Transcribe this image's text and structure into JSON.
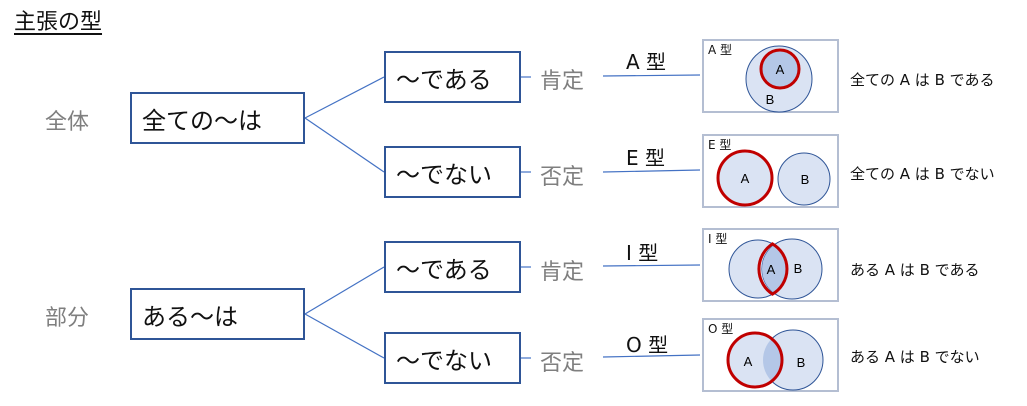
{
  "title": "主張の型",
  "categories": [
    {
      "label": "全体",
      "subject": "全ての〜は",
      "branches": [
        {
          "predicate": "〜である",
          "quality": "肯定",
          "type_label": "A 型",
          "panel_label": "A 型",
          "circle_a": "A",
          "circle_b": "B",
          "statement": "全ての A は B である"
        },
        {
          "predicate": "〜でない",
          "quality": "否定",
          "type_label": "E 型",
          "panel_label": "E 型",
          "circle_a": "A",
          "circle_b": "B",
          "statement": "全ての A は B でない"
        }
      ]
    },
    {
      "label": "部分",
      "subject": "ある〜は",
      "branches": [
        {
          "predicate": "〜である",
          "quality": "肯定",
          "type_label": "I 型",
          "panel_label": "I 型",
          "circle_a": "A",
          "circle_b": "B",
          "statement": "ある A は B である"
        },
        {
          "predicate": "〜でない",
          "quality": "否定",
          "type_label": "O 型",
          "panel_label": "O 型",
          "circle_a": "A",
          "circle_b": "B",
          "statement": "ある A は B でない"
        }
      ]
    }
  ],
  "colors": {
    "box_border": "#2f5597",
    "connector": "#4472c4",
    "panel_border": "#b4bed2",
    "circle_fill": "#dae3f3",
    "circle_overlap": "#b4c7e7",
    "highlight": "#c00000",
    "muted_text": "#7f7f7f"
  }
}
